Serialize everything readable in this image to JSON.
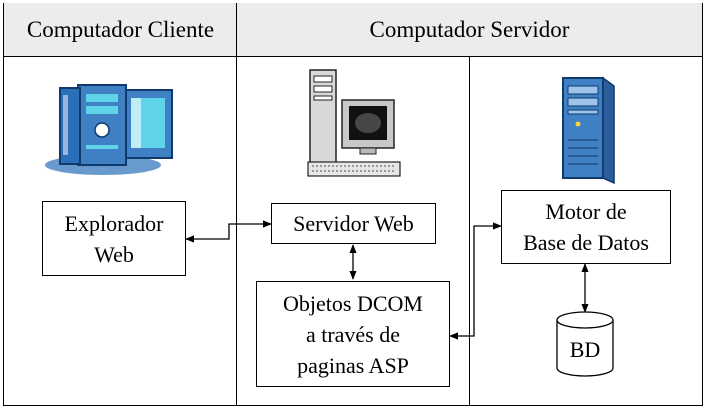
{
  "header": {
    "client_label": "Computador Cliente",
    "server_label": "Computador Servidor"
  },
  "boxes": {
    "browser": "Explorador\nWeb",
    "web_server": "Servidor Web",
    "dcom": "Objetos DCOM\na través de\npaginas ASP",
    "db_engine": "Motor de\nBase de Datos",
    "database": "BD"
  },
  "icons": {
    "client_pc": "desktop-computer-icon",
    "server_pc": "workstation-computer-icon",
    "db_server": "tower-server-icon"
  },
  "colors": {
    "header_bg": "#ececec",
    "icon_blue": "#3f7fc4",
    "icon_cyan": "#5fd3e8"
  }
}
